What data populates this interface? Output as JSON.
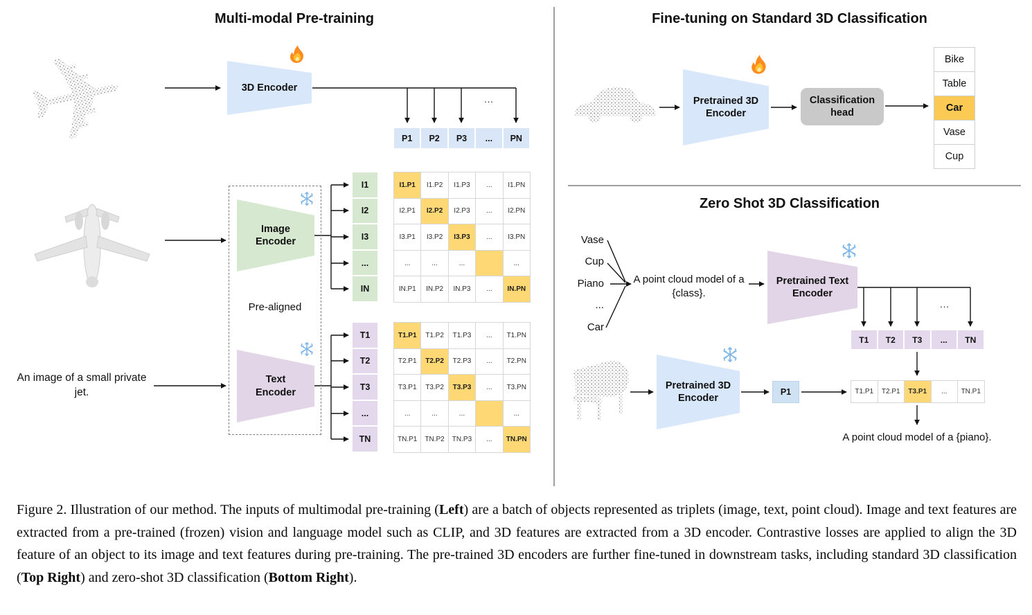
{
  "figure": {
    "pretrain": {
      "title": "Multi-modal Pre-training",
      "encoder_3d_label": "3D Encoder",
      "image_encoder_label": "Image Encoder",
      "text_encoder_label": "Text Encoder",
      "prealigned_label": "Pre-aligned",
      "input_text": "An image of a small private jet.",
      "p_header": [
        "P1",
        "P2",
        "P3",
        "...",
        "PN"
      ],
      "i_labels": [
        "I1",
        "I2",
        "I3",
        "...",
        "IN"
      ],
      "t_labels": [
        "T1",
        "T2",
        "T3",
        "...",
        "TN"
      ],
      "i_matrix": [
        [
          "I1.P1",
          "I1.P2",
          "I1.P3",
          "...",
          "I1.PN"
        ],
        [
          "I2.P1",
          "I2.P2",
          "I2.P3",
          "...",
          "I2.PN"
        ],
        [
          "I3.P1",
          "I3.P2",
          "I3.P3",
          "...",
          "I3.PN"
        ],
        [
          "...",
          "...",
          "...",
          "",
          "..."
        ],
        [
          "IN.P1",
          "IN.P2",
          "IN.P3",
          "...",
          "IN.PN"
        ]
      ],
      "t_matrix": [
        [
          "T1.P1",
          "T1.P2",
          "T1.P3",
          "...",
          "T1.PN"
        ],
        [
          "T2.P1",
          "T2.P2",
          "T2.P3",
          "...",
          "T2.PN"
        ],
        [
          "T3.P1",
          "T3.P2",
          "T3.P3",
          "...",
          "T3.PN"
        ],
        [
          "...",
          "...",
          "...",
          "",
          "..."
        ],
        [
          "TN.P1",
          "TN.P2",
          "TN.P3",
          "...",
          "TN.PN"
        ]
      ],
      "branch_dots": "..."
    },
    "finetune": {
      "title": "Fine-tuning on Standard 3D Classification",
      "encoder_label": "Pretrained 3D Encoder",
      "head_label": "Classification head",
      "classes": [
        "Bike",
        "Table",
        "Car",
        "Vase",
        "Cup"
      ],
      "predicted_class": "Car"
    },
    "zeroshot": {
      "title": "Zero Shot 3D Classification",
      "candidate_classes": [
        "Vase",
        "Cup",
        "Piano",
        "...",
        "Car"
      ],
      "prompt_text": "A point cloud model of a {class}.",
      "text_encoder_label": "Pretrained Text Encoder",
      "encoder_3d_label": "Pretrained 3D Encoder",
      "p1_label": "P1",
      "t_header": [
        "T1",
        "T2",
        "T3",
        "...",
        "TN"
      ],
      "similarity_row": [
        "T1.P1",
        "T2.P1",
        "T3.P1",
        "...",
        "TN.P1"
      ],
      "highlight_index": 2,
      "result_text": "A point cloud model of a {piano}.",
      "branch_dots": "..."
    }
  },
  "caption": {
    "segments": [
      {
        "text": "Figure 2. Illustration of our method. The inputs of multimodal pre-training (",
        "bold": false
      },
      {
        "text": "Left",
        "bold": true
      },
      {
        "text": ") are a batch of objects represented as triplets (image, text, point cloud). Image and text features are extracted from a pre-trained (frozen) vision and language model such as CLIP, and 3D features are extracted from a 3D encoder. Contrastive losses are applied to align the 3D feature of an object to its image and text features during pre-training. The pre-trained 3D encoders are further fine-tuned in downstream tasks, including standard 3D classification (",
        "bold": false
      },
      {
        "text": "Top Right",
        "bold": true
      },
      {
        "text": ") and zero-shot 3D classification (",
        "bold": false
      },
      {
        "text": "Bottom Right",
        "bold": true
      },
      {
        "text": ").",
        "bold": false
      }
    ]
  },
  "colors": {
    "encoder_blue": "#d9e7fa",
    "encoder_green": "#d6e8cf",
    "encoder_purple": "#e1d5e7",
    "highlight_orange": "#ffd876",
    "class_highlight_orange": "#fbca55",
    "cell_blue": "#cfe2f3",
    "head_gray": "#c9c9c9"
  },
  "icons": {
    "flame": "🔥",
    "snowflake": "❄",
    "airplane_glyph": "✈"
  }
}
